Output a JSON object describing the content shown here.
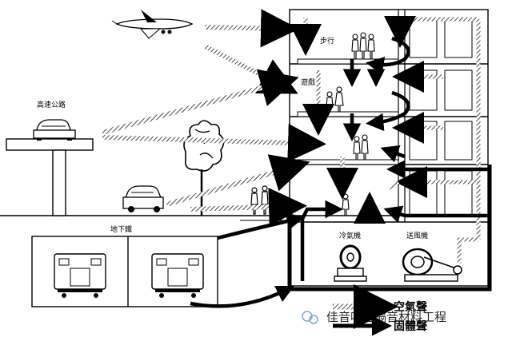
{
  "labels": {
    "highway": "高速公路",
    "subway": "地下鐵",
    "walking": "步行",
    "playing": "遊戲",
    "ac_unit": "冷氣機",
    "ventilator": "送風機",
    "airborne_sound": "空氣聲",
    "structure_borne_sound": "固體聲",
    "watermark": "佳音吸音隔音材料工程"
  },
  "legend": {
    "airborne_style": "hatched-arrow",
    "structure_style": "solid-black-arrow"
  },
  "colors": {
    "line": "#000000",
    "background": "#ffffff",
    "watermark": "#3a7bd5"
  }
}
